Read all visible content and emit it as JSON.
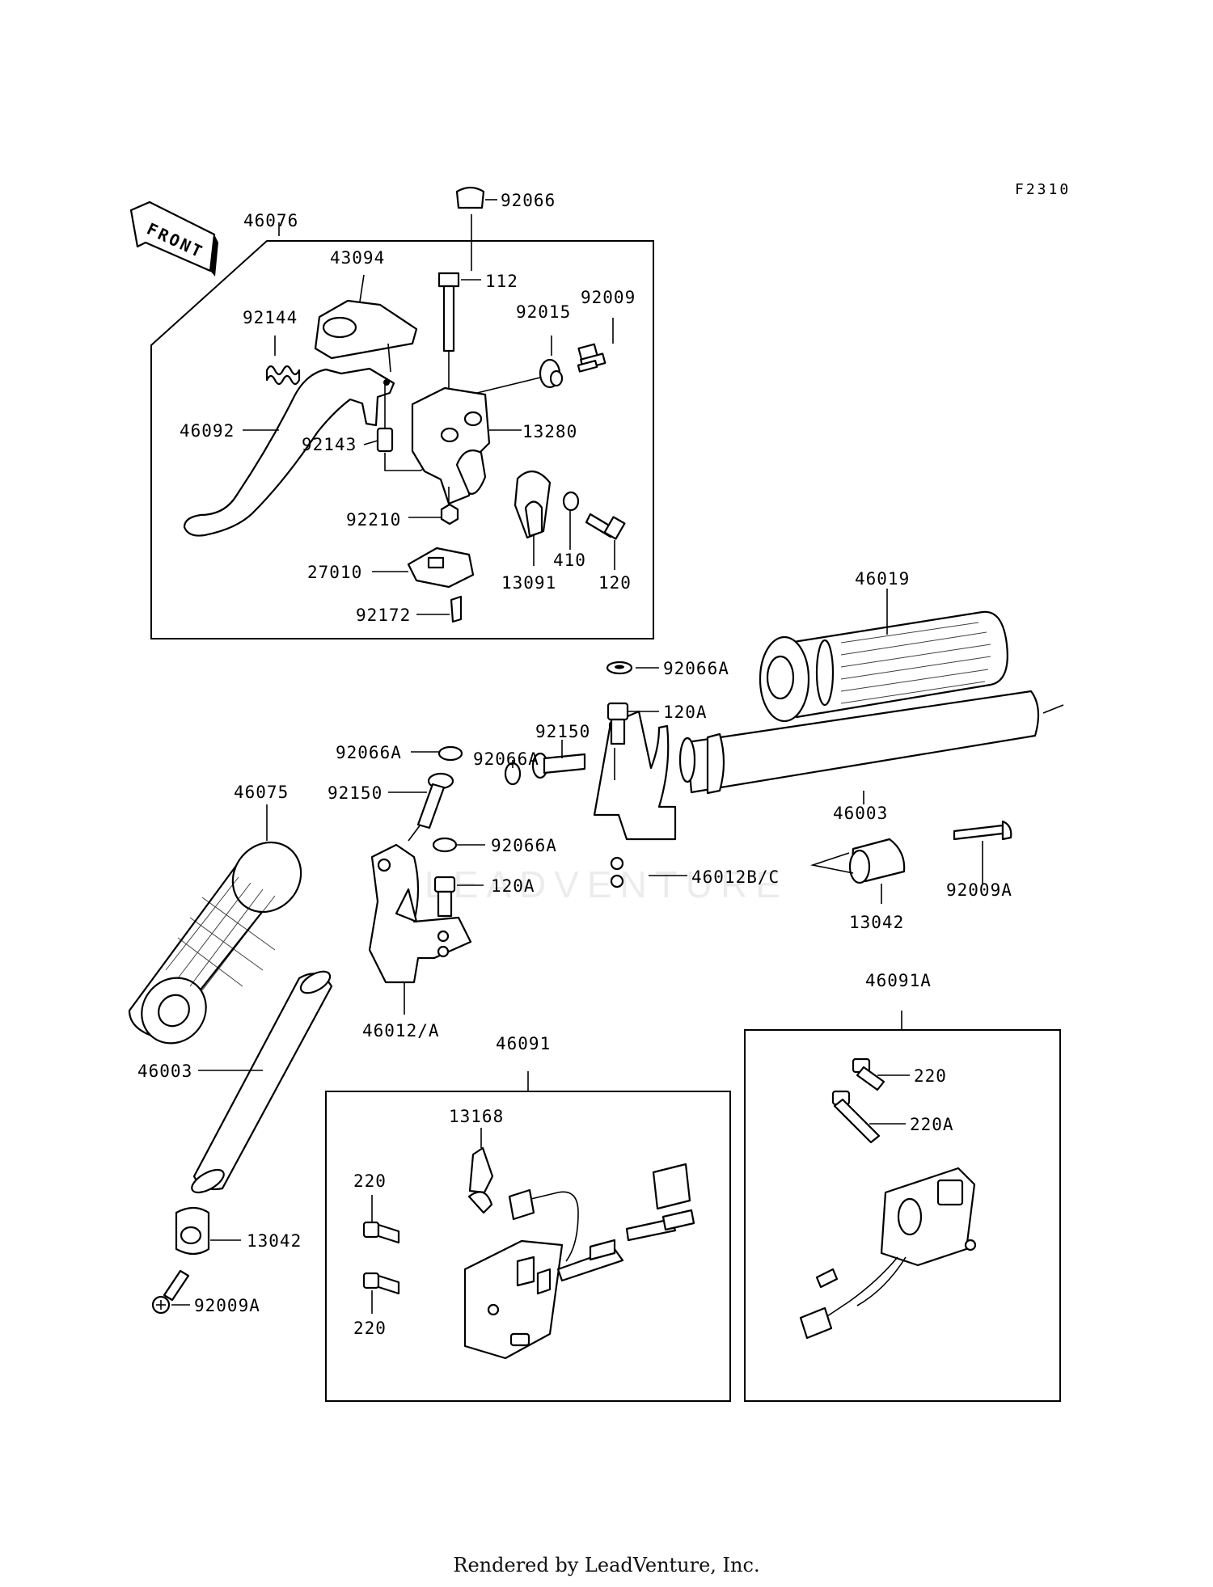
{
  "figure_code": "F2310",
  "front_arrow_label": "FRONT",
  "watermark": "LEADVENTURE",
  "footer": "Rendered by LeadVenture, Inc.",
  "labels": {
    "p92066": "92066",
    "p46076": "46076",
    "p43094": "43094",
    "p112": "112",
    "p92015": "92015",
    "p92009": "92009",
    "p92144": "92144",
    "p46092": "46092",
    "p92143": "92143",
    "p13280": "13280",
    "p92210": "92210",
    "p410": "410",
    "p13091": "13091",
    "p120": "120",
    "p27010": "27010",
    "p92172": "92172",
    "p46019": "46019",
    "p92066A_top": "92066A",
    "p120A_top": "120A",
    "p92150_top": "92150",
    "p92066A_left": "92066A",
    "p92066A_mid": "92066A",
    "p46003_right": "46003",
    "p46075": "46075",
    "p92150_left": "92150",
    "p92066A_lower": "92066A",
    "p120A_lower": "120A",
    "p46012BC": "46012B/C",
    "p13042_right": "13042",
    "p92009A_right": "92009A",
    "p46012A": "46012/A",
    "p46091A": "46091A",
    "p46091": "46091",
    "p46003_left": "46003",
    "p220_a": "220",
    "p220A": "220A",
    "p13168": "13168",
    "p220_b": "220",
    "p220_c": "220",
    "p13042_left": "13042",
    "p92009A_left": "92009A"
  }
}
